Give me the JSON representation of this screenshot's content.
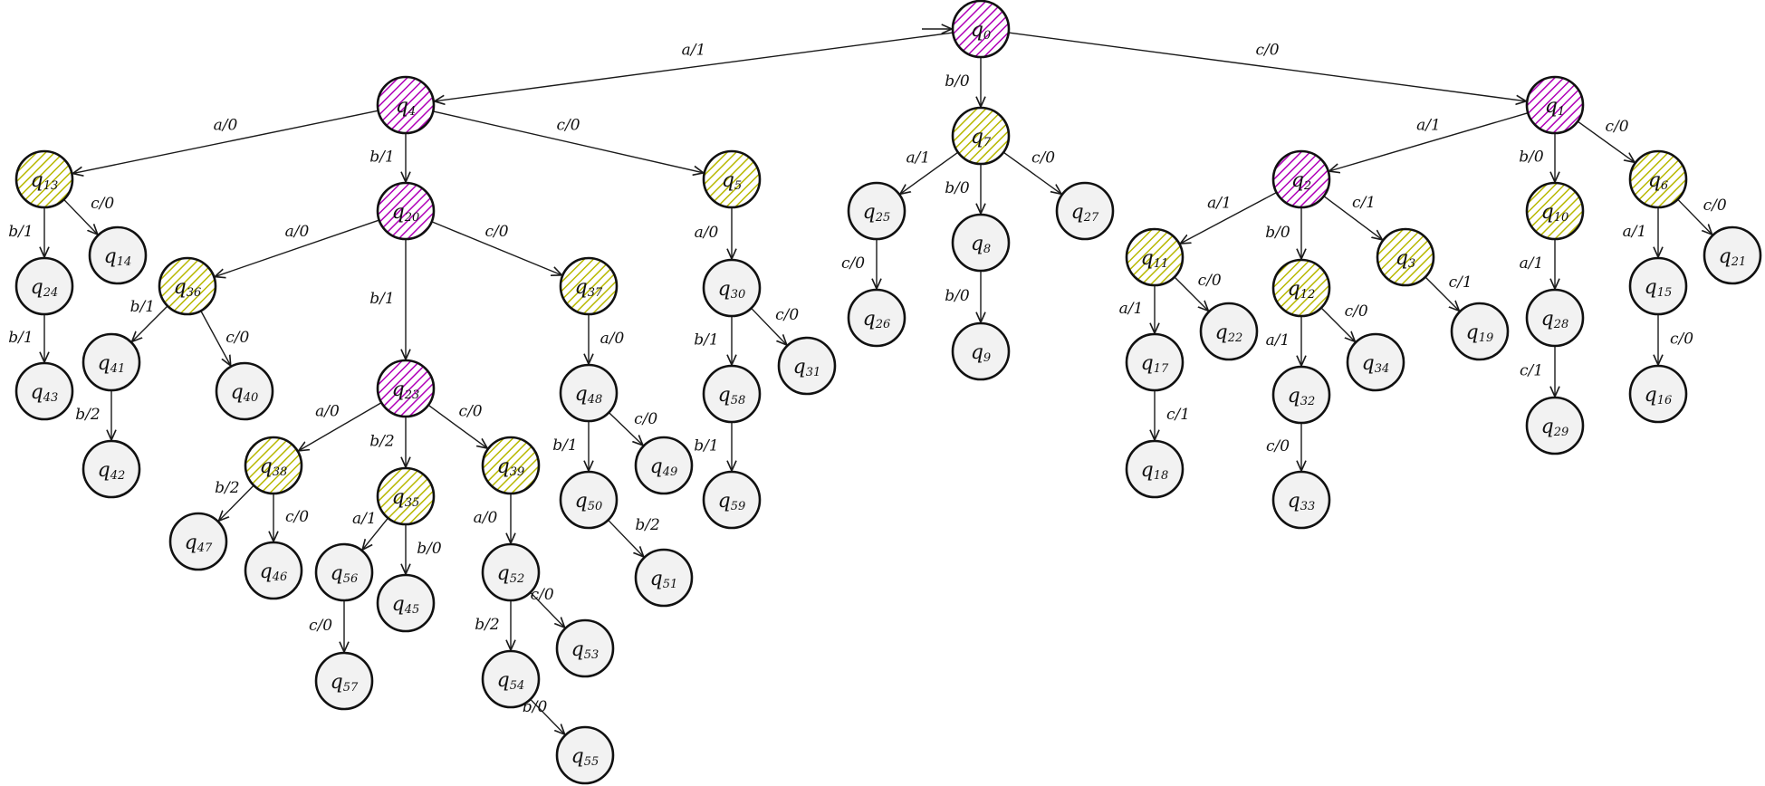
{
  "diagram": {
    "type": "state-tree",
    "colors": {
      "magenta": "#b000b8",
      "yellow": "#b8b800",
      "plain": "#f2f2f2",
      "outline": "#111111"
    },
    "states": [
      {
        "id": "q0",
        "label": "q",
        "sub": "0",
        "kind": "magenta"
      },
      {
        "id": "q4",
        "label": "q",
        "sub": "4",
        "kind": "magenta"
      },
      {
        "id": "q7",
        "label": "q",
        "sub": "7",
        "kind": "yellow"
      },
      {
        "id": "q1",
        "label": "q",
        "sub": "1",
        "kind": "magenta"
      },
      {
        "id": "q13",
        "label": "q",
        "sub": "13",
        "kind": "yellow"
      },
      {
        "id": "q20",
        "label": "q",
        "sub": "20",
        "kind": "magenta"
      },
      {
        "id": "q5",
        "label": "q",
        "sub": "5",
        "kind": "yellow"
      },
      {
        "id": "q14",
        "label": "q",
        "sub": "14",
        "kind": "plain"
      },
      {
        "id": "q24",
        "label": "q",
        "sub": "24",
        "kind": "plain"
      },
      {
        "id": "q43",
        "label": "q",
        "sub": "43",
        "kind": "plain"
      },
      {
        "id": "q36",
        "label": "q",
        "sub": "36",
        "kind": "yellow"
      },
      {
        "id": "q41",
        "label": "q",
        "sub": "41",
        "kind": "plain"
      },
      {
        "id": "q40",
        "label": "q",
        "sub": "40",
        "kind": "plain"
      },
      {
        "id": "q42",
        "label": "q",
        "sub": "42",
        "kind": "plain"
      },
      {
        "id": "q23",
        "label": "q",
        "sub": "23",
        "kind": "magenta"
      },
      {
        "id": "q37",
        "label": "q",
        "sub": "37",
        "kind": "yellow"
      },
      {
        "id": "q48",
        "label": "q",
        "sub": "48",
        "kind": "plain"
      },
      {
        "id": "q49",
        "label": "q",
        "sub": "49",
        "kind": "plain"
      },
      {
        "id": "q50",
        "label": "q",
        "sub": "50",
        "kind": "plain"
      },
      {
        "id": "q51",
        "label": "q",
        "sub": "51",
        "kind": "plain"
      },
      {
        "id": "q38",
        "label": "q",
        "sub": "38",
        "kind": "yellow"
      },
      {
        "id": "q35",
        "label": "q",
        "sub": "35",
        "kind": "yellow"
      },
      {
        "id": "q39",
        "label": "q",
        "sub": "39",
        "kind": "yellow"
      },
      {
        "id": "q47",
        "label": "q",
        "sub": "47",
        "kind": "plain"
      },
      {
        "id": "q46",
        "label": "q",
        "sub": "46",
        "kind": "plain"
      },
      {
        "id": "q56",
        "label": "q",
        "sub": "56",
        "kind": "plain"
      },
      {
        "id": "q45",
        "label": "q",
        "sub": "45",
        "kind": "plain"
      },
      {
        "id": "q57",
        "label": "q",
        "sub": "57",
        "kind": "plain"
      },
      {
        "id": "q52",
        "label": "q",
        "sub": "52",
        "kind": "plain"
      },
      {
        "id": "q53",
        "label": "q",
        "sub": "53",
        "kind": "plain"
      },
      {
        "id": "q54",
        "label": "q",
        "sub": "54",
        "kind": "plain"
      },
      {
        "id": "q55",
        "label": "q",
        "sub": "55",
        "kind": "plain"
      },
      {
        "id": "q30",
        "label": "q",
        "sub": "30",
        "kind": "plain"
      },
      {
        "id": "q31",
        "label": "q",
        "sub": "31",
        "kind": "plain"
      },
      {
        "id": "q58",
        "label": "q",
        "sub": "58",
        "kind": "plain"
      },
      {
        "id": "q59",
        "label": "q",
        "sub": "59",
        "kind": "plain"
      },
      {
        "id": "q25",
        "label": "q",
        "sub": "25",
        "kind": "plain"
      },
      {
        "id": "q26",
        "label": "q",
        "sub": "26",
        "kind": "plain"
      },
      {
        "id": "q8",
        "label": "q",
        "sub": "8",
        "kind": "plain"
      },
      {
        "id": "q9",
        "label": "q",
        "sub": "9",
        "kind": "plain"
      },
      {
        "id": "q27",
        "label": "q",
        "sub": "27",
        "kind": "plain"
      },
      {
        "id": "q2",
        "label": "q",
        "sub": "2",
        "kind": "magenta"
      },
      {
        "id": "q10",
        "label": "q",
        "sub": "10",
        "kind": "yellow"
      },
      {
        "id": "q6",
        "label": "q",
        "sub": "6",
        "kind": "yellow"
      },
      {
        "id": "q11",
        "label": "q",
        "sub": "11",
        "kind": "yellow"
      },
      {
        "id": "q12",
        "label": "q",
        "sub": "12",
        "kind": "yellow"
      },
      {
        "id": "q3",
        "label": "q",
        "sub": "3",
        "kind": "yellow"
      },
      {
        "id": "q17",
        "label": "q",
        "sub": "17",
        "kind": "plain"
      },
      {
        "id": "q22",
        "label": "q",
        "sub": "22",
        "kind": "plain"
      },
      {
        "id": "q18",
        "label": "q",
        "sub": "18",
        "kind": "plain"
      },
      {
        "id": "q32",
        "label": "q",
        "sub": "32",
        "kind": "plain"
      },
      {
        "id": "q34",
        "label": "q",
        "sub": "34",
        "kind": "plain"
      },
      {
        "id": "q33",
        "label": "q",
        "sub": "33",
        "kind": "plain"
      },
      {
        "id": "q19",
        "label": "q",
        "sub": "19",
        "kind": "plain"
      },
      {
        "id": "q28",
        "label": "q",
        "sub": "28",
        "kind": "plain"
      },
      {
        "id": "q29",
        "label": "q",
        "sub": "29",
        "kind": "plain"
      },
      {
        "id": "q15",
        "label": "q",
        "sub": "15",
        "kind": "plain"
      },
      {
        "id": "q16",
        "label": "q",
        "sub": "16",
        "kind": "plain"
      },
      {
        "id": "q21",
        "label": "q",
        "sub": "21",
        "kind": "plain"
      }
    ],
    "initial_state": "q0",
    "transitions": [
      {
        "from": "q0",
        "to": "q4",
        "label": "a/1"
      },
      {
        "from": "q0",
        "to": "q7",
        "label": "b/0"
      },
      {
        "from": "q0",
        "to": "q1",
        "label": "c/0"
      },
      {
        "from": "q4",
        "to": "q13",
        "label": "a/0"
      },
      {
        "from": "q4",
        "to": "q20",
        "label": "b/1"
      },
      {
        "from": "q4",
        "to": "q5",
        "label": "c/0"
      },
      {
        "from": "q13",
        "to": "q24",
        "label": "b/1"
      },
      {
        "from": "q13",
        "to": "q14",
        "label": "c/0"
      },
      {
        "from": "q24",
        "to": "q43",
        "label": "b/1"
      },
      {
        "from": "q20",
        "to": "q36",
        "label": "a/0"
      },
      {
        "from": "q20",
        "to": "q23",
        "label": "b/1"
      },
      {
        "from": "q20",
        "to": "q37",
        "label": "c/0"
      },
      {
        "from": "q36",
        "to": "q41",
        "label": "b/1"
      },
      {
        "from": "q36",
        "to": "q40",
        "label": "c/0"
      },
      {
        "from": "q41",
        "to": "q42",
        "label": "b/2"
      },
      {
        "from": "q23",
        "to": "q38",
        "label": "a/0"
      },
      {
        "from": "q23",
        "to": "q35",
        "label": "b/2"
      },
      {
        "from": "q23",
        "to": "q39",
        "label": "c/0"
      },
      {
        "from": "q38",
        "to": "q47",
        "label": "b/2"
      },
      {
        "from": "q38",
        "to": "q46",
        "label": "c/0"
      },
      {
        "from": "q35",
        "to": "q56",
        "label": "a/1"
      },
      {
        "from": "q35",
        "to": "q45",
        "label": "b/0"
      },
      {
        "from": "q56",
        "to": "q57",
        "label": "c/0"
      },
      {
        "from": "q39",
        "to": "q52",
        "label": "a/0"
      },
      {
        "from": "q52",
        "to": "q54",
        "label": "b/2"
      },
      {
        "from": "q52",
        "to": "q53",
        "label": "c/0"
      },
      {
        "from": "q54",
        "to": "q55",
        "label": "b/0"
      },
      {
        "from": "q37",
        "to": "q48",
        "label": "a/0"
      },
      {
        "from": "q48",
        "to": "q50",
        "label": "b/1"
      },
      {
        "from": "q48",
        "to": "q49",
        "label": "c/0"
      },
      {
        "from": "q50",
        "to": "q51",
        "label": "b/2"
      },
      {
        "from": "q5",
        "to": "q30",
        "label": "a/0"
      },
      {
        "from": "q30",
        "to": "q58",
        "label": "b/1"
      },
      {
        "from": "q30",
        "to": "q31",
        "label": "c/0"
      },
      {
        "from": "q58",
        "to": "q59",
        "label": "b/1"
      },
      {
        "from": "q7",
        "to": "q25",
        "label": "a/1"
      },
      {
        "from": "q7",
        "to": "q8",
        "label": "b/0"
      },
      {
        "from": "q7",
        "to": "q27",
        "label": "c/0"
      },
      {
        "from": "q25",
        "to": "q26",
        "label": "c/0"
      },
      {
        "from": "q8",
        "to": "q9",
        "label": "b/0"
      },
      {
        "from": "q1",
        "to": "q2",
        "label": "a/1"
      },
      {
        "from": "q1",
        "to": "q10",
        "label": "b/0"
      },
      {
        "from": "q1",
        "to": "q6",
        "label": "c/0"
      },
      {
        "from": "q2",
        "to": "q11",
        "label": "a/1"
      },
      {
        "from": "q2",
        "to": "q12",
        "label": "b/0"
      },
      {
        "from": "q2",
        "to": "q3",
        "label": "c/1"
      },
      {
        "from": "q11",
        "to": "q17",
        "label": "a/1"
      },
      {
        "from": "q11",
        "to": "q22",
        "label": "c/0"
      },
      {
        "from": "q17",
        "to": "q18",
        "label": "c/1"
      },
      {
        "from": "q12",
        "to": "q32",
        "label": "a/1"
      },
      {
        "from": "q12",
        "to": "q34",
        "label": "c/0"
      },
      {
        "from": "q32",
        "to": "q33",
        "label": "c/0"
      },
      {
        "from": "q3",
        "to": "q19",
        "label": "c/1"
      },
      {
        "from": "q10",
        "to": "q28",
        "label": "a/1"
      },
      {
        "from": "q28",
        "to": "q29",
        "label": "c/1"
      },
      {
        "from": "q6",
        "to": "q15",
        "label": "a/1"
      },
      {
        "from": "q6",
        "to": "q21",
        "label": "c/0"
      },
      {
        "from": "q15",
        "to": "q16",
        "label": "c/0"
      }
    ]
  }
}
